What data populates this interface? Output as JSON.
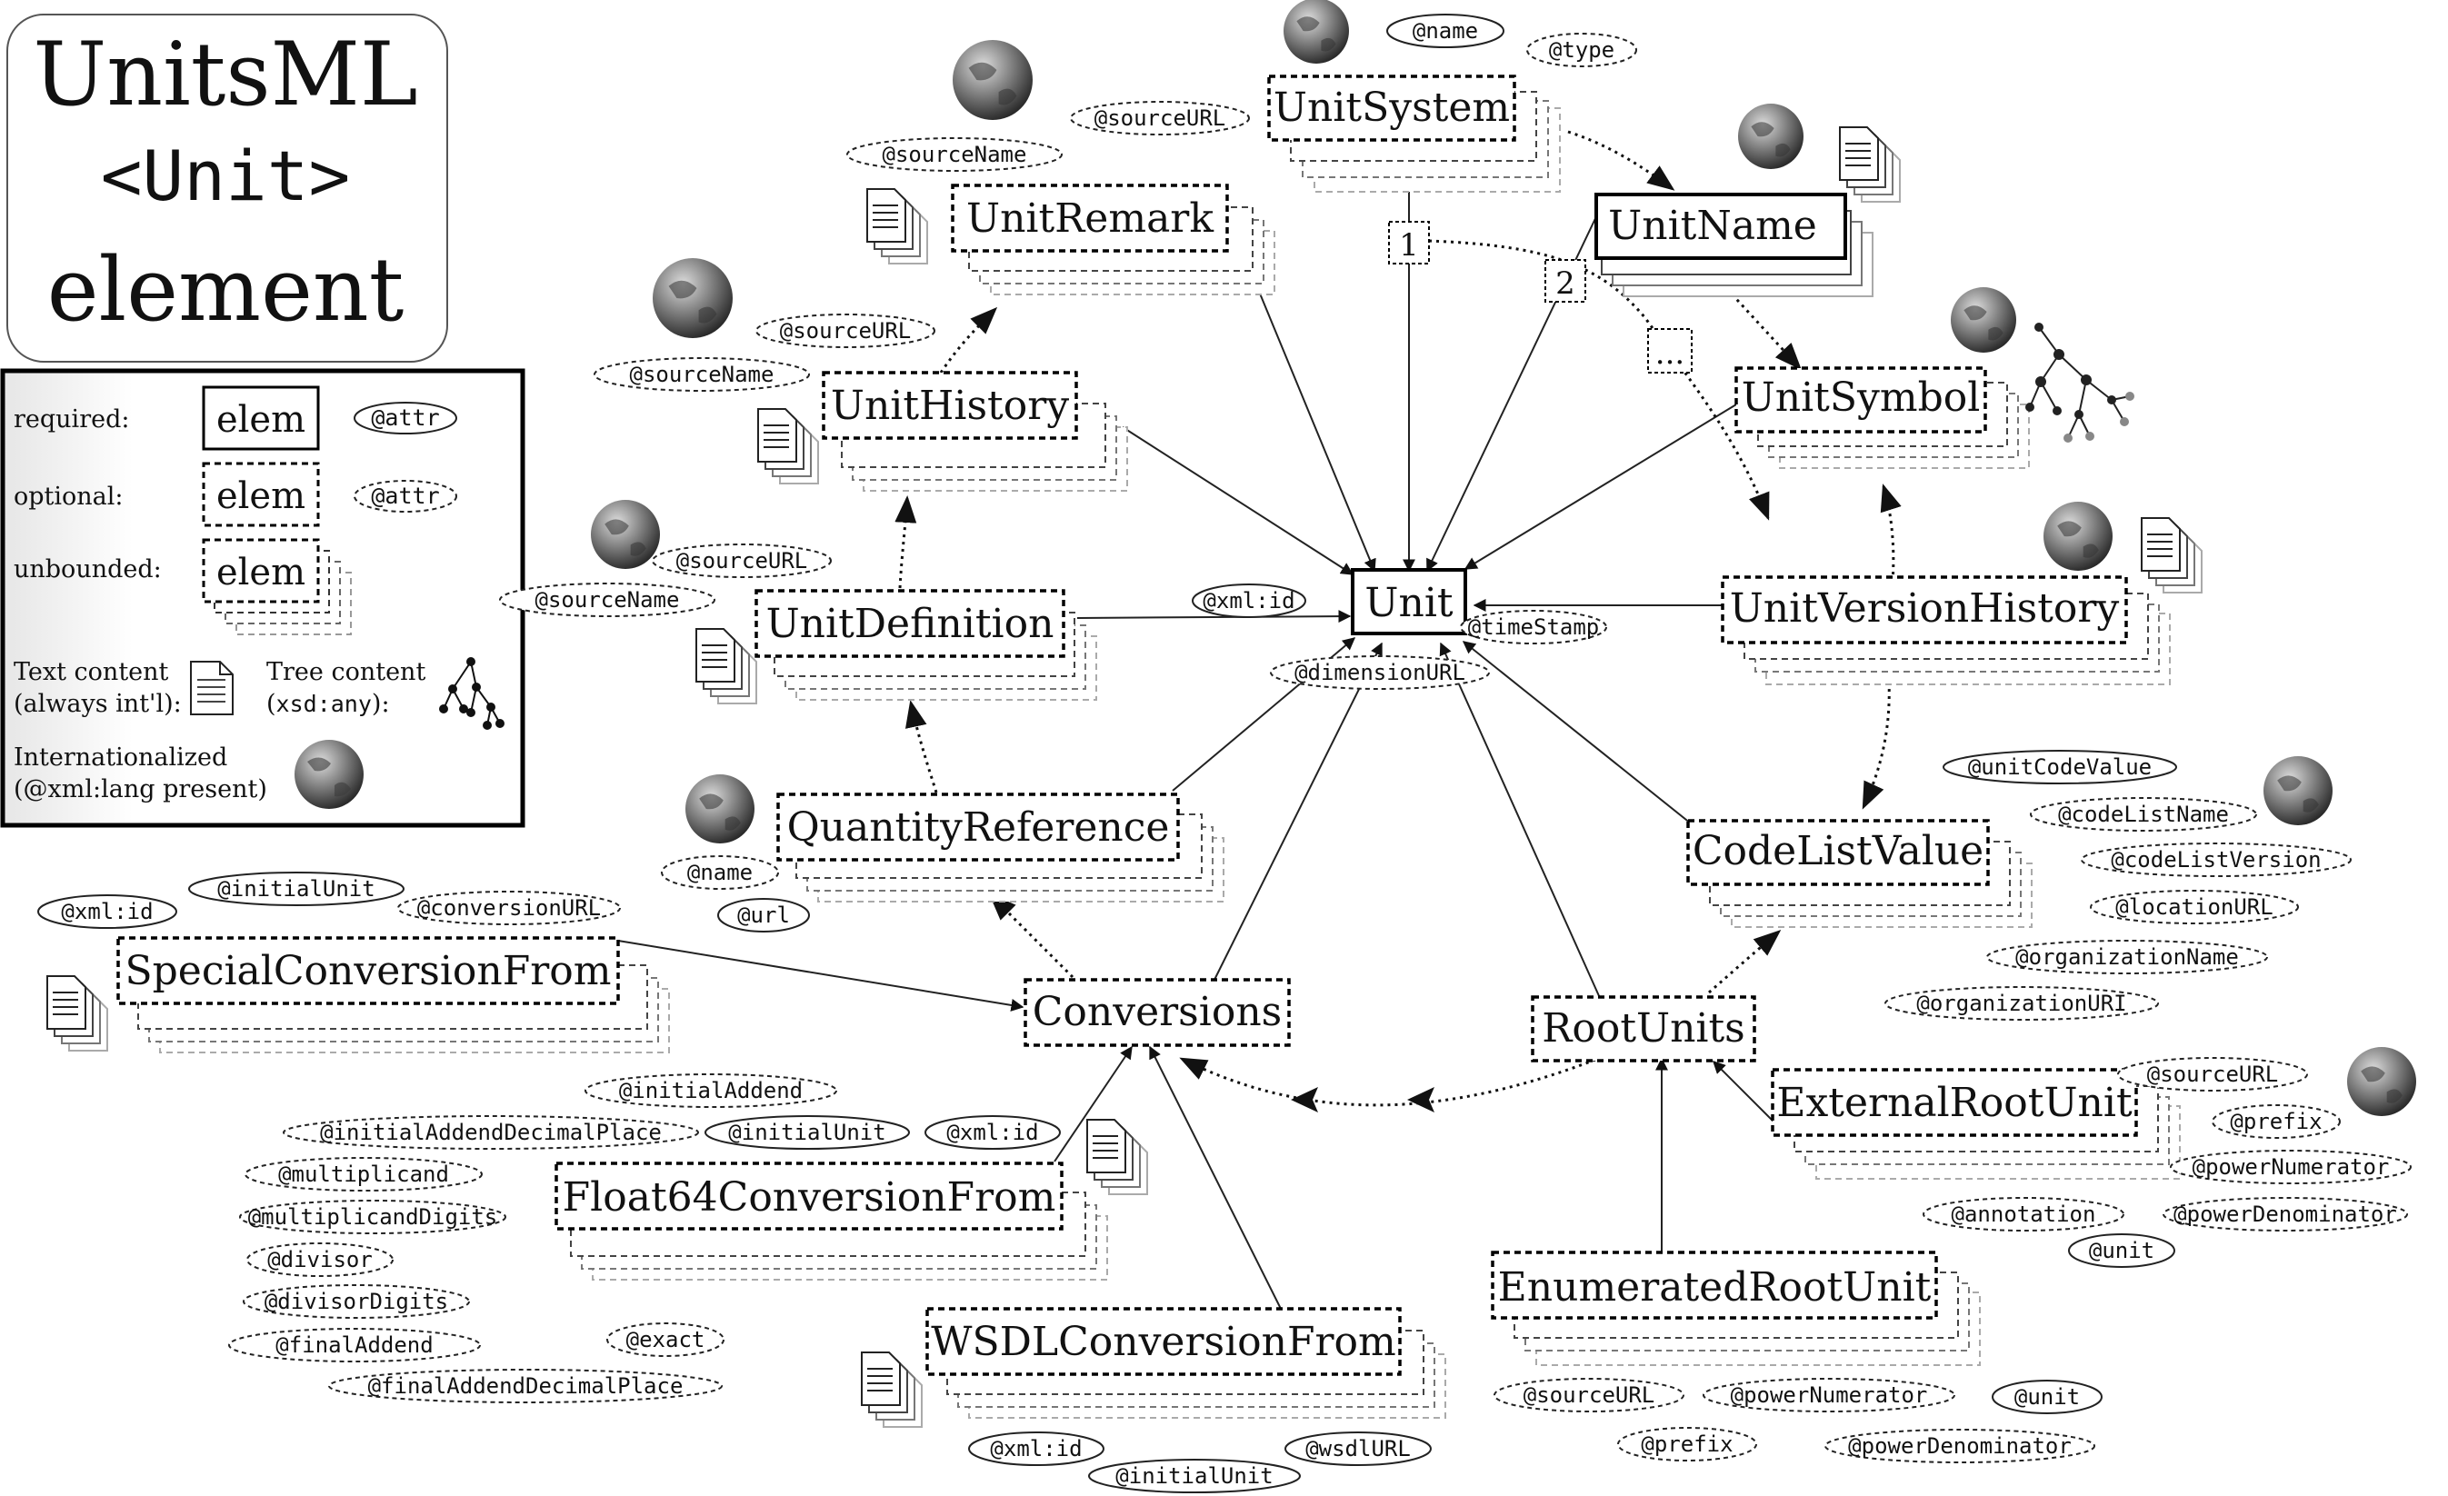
{
  "title": {
    "line1": "UnitsML",
    "line2": "<Unit>",
    "line3": "element"
  },
  "legend": {
    "required": "required:",
    "optional": "optional:",
    "unbounded": "unbounded:",
    "elem": "elem",
    "attr": "@attr",
    "text_content_1": "Text content",
    "text_content_2": "(always int'l):",
    "tree_content_1": "Tree content",
    "tree_content_2": "xsd:any",
    "tree_content_2_suffix": "):",
    "tree_content_2_prefix": "(",
    "intl_1": "Internationalized",
    "intl_2": "(@xml:lang present)"
  },
  "elements": {
    "unit": "Unit",
    "unit_system": "UnitSystem",
    "unit_name": "UnitName",
    "unit_symbol": "UnitSymbol",
    "unit_version_history": "UnitVersionHistory",
    "code_list_value": "CodeListValue",
    "root_units": "RootUnits",
    "external_root_unit": "ExternalRootUnit",
    "enumerated_root_unit": "EnumeratedRootUnit",
    "conversions": "Conversions",
    "special_conversion_from": "SpecialConversionFrom",
    "float64_conversion_from": "Float64ConversionFrom",
    "wsdl_conversion_from": "WSDLConversionFrom",
    "quantity_reference": "QuantityReference",
    "unit_definition": "UnitDefinition",
    "unit_history": "UnitHistory",
    "unit_remark": "UnitRemark"
  },
  "labels": {
    "one": "1",
    "two": "2",
    "ellipsis": "..."
  },
  "attributes": {
    "unit_xml_id": "@xml:id",
    "unit_time_stamp": "@timeStamp",
    "unit_dimension_url": "@dimensionURL",
    "unit_system_name": "@name",
    "unit_system_type": "@type",
    "unit_remark_source_url": "@sourceURL",
    "unit_remark_source_name": "@sourceName",
    "unit_history_source_url": "@sourceURL",
    "unit_history_source_name": "@sourceName",
    "unit_definition_source_url": "@sourceURL",
    "unit_definition_source_name": "@sourceName",
    "quantity_reference_name": "@name",
    "quantity_reference_url": "@url",
    "special_xml_id": "@xml:id",
    "special_initial_unit": "@initialUnit",
    "special_conversion_url": "@conversionURL",
    "float_initial_addend": "@initialAddend",
    "float_initial_addend_decimal_place": "@initialAddendDecimalPlace",
    "float_initial_unit": "@initialUnit",
    "float_xml_id": "@xml:id",
    "float_multiplicand": "@multiplicand",
    "float_multiplicand_digits": "@multiplicandDigits",
    "float_divisor": "@divisor",
    "float_divisor_digits": "@divisorDigits",
    "float_final_addend": "@finalAddend",
    "float_exact": "@exact",
    "float_final_addend_decimal_place": "@finalAddendDecimalPlace",
    "wsdl_xml_id": "@xml:id",
    "wsdl_wsdl_url": "@wsdlURL",
    "wsdl_initial_unit": "@initialUnit",
    "code_unit_code_value": "@unitCodeValue",
    "code_code_list_name": "@codeListName",
    "code_code_list_version": "@codeListVersion",
    "code_location_url": "@locationURL",
    "code_organization_name": "@organizationName",
    "code_organization_uri": "@organizationURI",
    "ext_source_url": "@sourceURL",
    "ext_prefix": "@prefix",
    "ext_power_numerator": "@powerNumerator",
    "ext_annotation": "@annotation",
    "ext_power_denominator": "@powerDenominator",
    "ext_unit": "@unit",
    "enum_source_url": "@sourceURL",
    "enum_power_numerator": "@powerNumerator",
    "enum_unit": "@unit",
    "enum_prefix": "@prefix",
    "enum_power_denominator": "@powerDenominator"
  }
}
